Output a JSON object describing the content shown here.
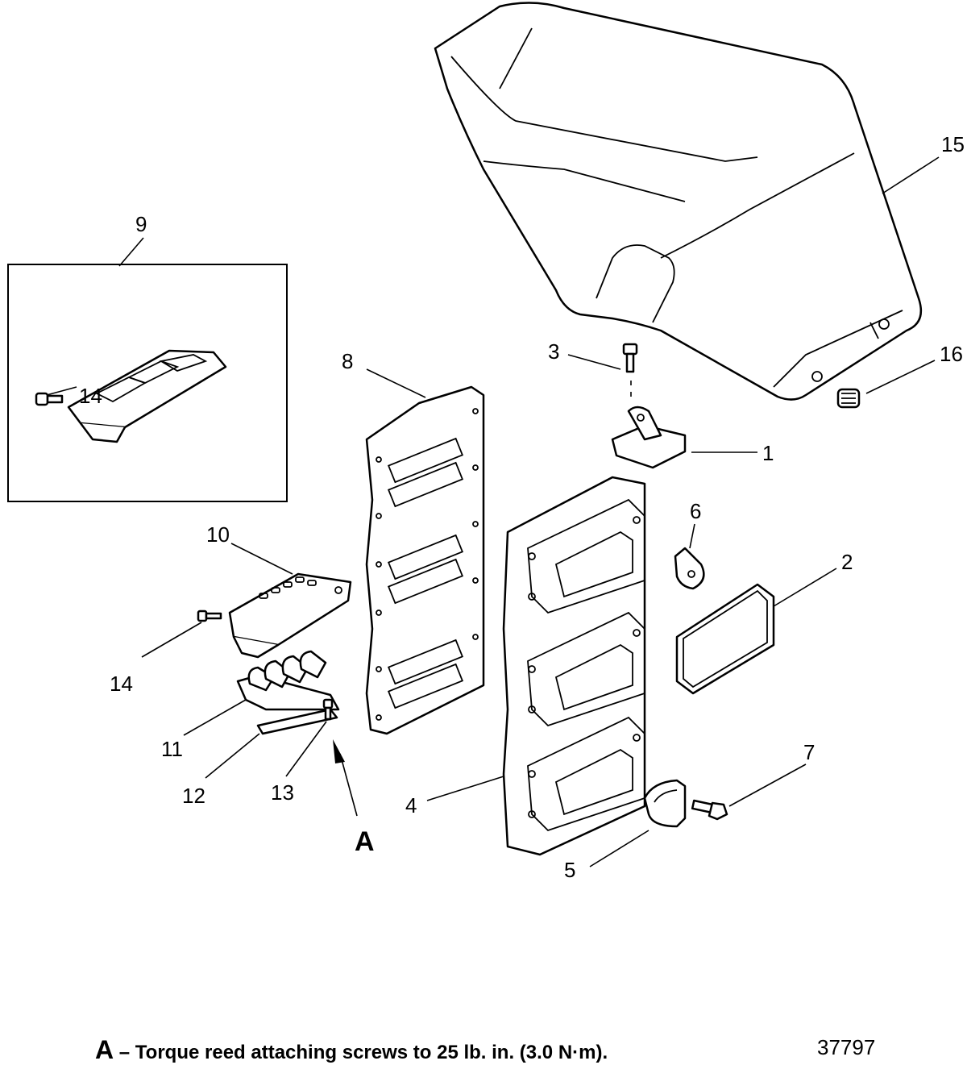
{
  "callouts": {
    "c1": "1",
    "c2": "2",
    "c3": "3",
    "c4": "4",
    "c5": "5",
    "c6": "6",
    "c7": "7",
    "c8": "8",
    "c9": "9",
    "c10": "10",
    "c11": "11",
    "c12": "12",
    "c13": "13",
    "c14_inset": "14",
    "c14": "14",
    "c15": "15",
    "c16": "16",
    "cA": "A"
  },
  "caption": {
    "letter": "A",
    "text": " – Torque reed attaching screws to 25 lb. in. (3.0 N·m)."
  },
  "figure_number": "37797"
}
